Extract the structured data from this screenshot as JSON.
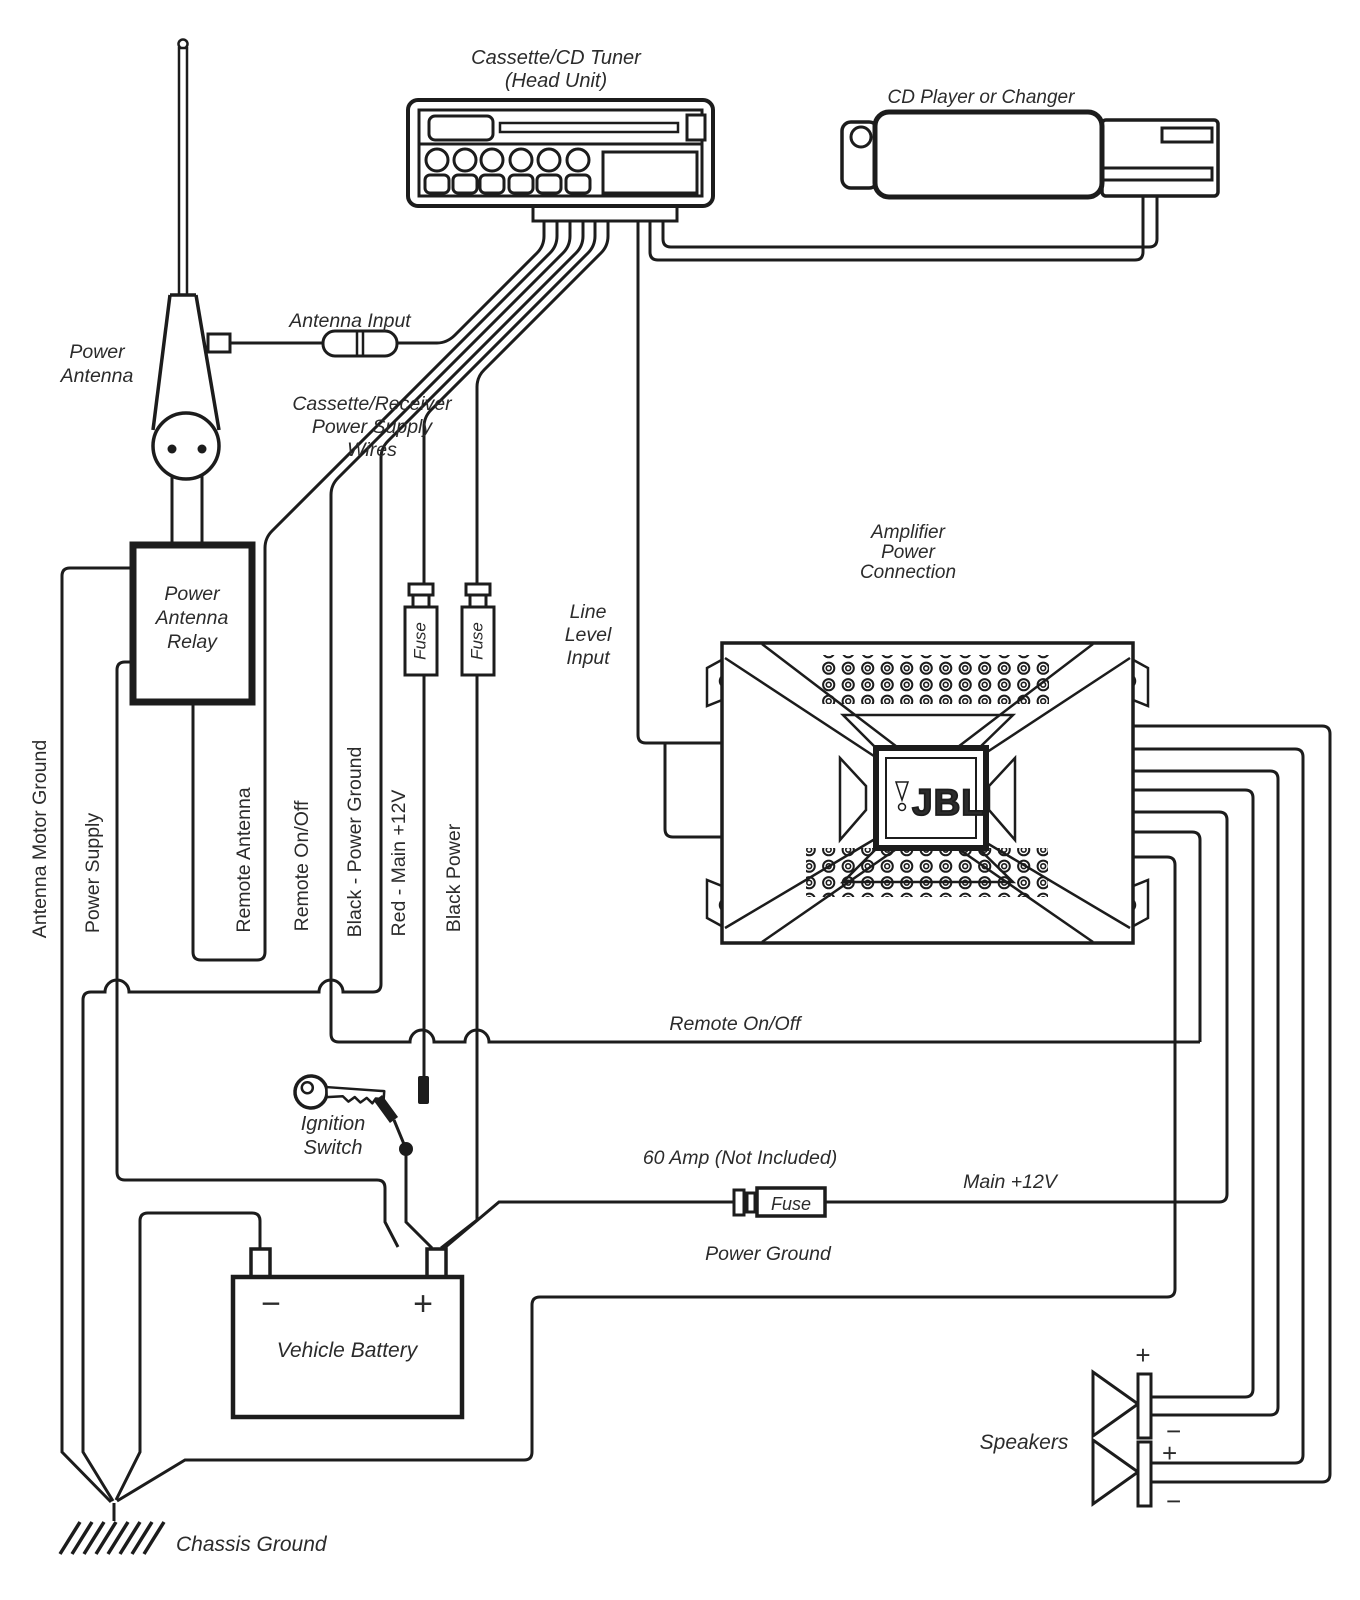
{
  "diagram": {
    "head_unit": {
      "label_line1": "Cassette/CD Tuner",
      "label_line2": "(Head Unit)"
    },
    "cd_changer": {
      "label": "CD Player or Changer"
    },
    "power_antenna": {
      "label_line1": "Power",
      "label_line2": "Antenna"
    },
    "antenna_input": {
      "label": "Antenna Input"
    },
    "supply_wires": {
      "label_line1": "Cassette/Receiver",
      "label_line2": "Power Supply",
      "label_line3": "Wires"
    },
    "relay": {
      "label_line1": "Power",
      "label_line2": "Antenna",
      "label_line3": "Relay"
    },
    "wire_labels": {
      "antenna_motor_ground": "Antenna Motor Ground",
      "power_supply": "Power Supply",
      "remote_antenna": "Remote Antenna",
      "remote_onoff": "Remote On/Off",
      "black_power_ground": "Black - Power Ground",
      "red_main_12v": "Red - Main +12V",
      "black_power": "Black Power"
    },
    "fuse1": "Fuse",
    "fuse2": "Fuse",
    "line_level": {
      "label_line1": "Line",
      "label_line2": "Level",
      "label_line3": "Input"
    },
    "amplifier": {
      "label_line1": "Amplifier",
      "label_line2": "Power",
      "label_line3": "Connection",
      "logo": "JBL"
    },
    "remote_onoff_run": "Remote On/Off",
    "inline_fuse": {
      "rating": "60 Amp (Not Included)",
      "label": "Fuse"
    },
    "main_12v": "Main +12V",
    "power_ground": "Power Ground",
    "ignition": {
      "label_line1": "Ignition",
      "label_line2": "Switch"
    },
    "battery": {
      "label": "Vehicle Battery",
      "minus": "−",
      "plus": "+"
    },
    "speakers": {
      "label": "Speakers",
      "sp1_plus": "+",
      "sp1_minus": "−",
      "sp2_plus": "+",
      "sp2_minus": "−"
    },
    "chassis_ground": "Chassis Ground"
  }
}
